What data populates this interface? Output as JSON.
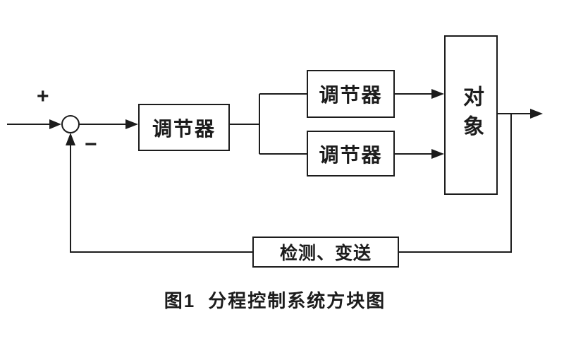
{
  "figure": {
    "signs": {
      "plus": "+",
      "minus": "−"
    },
    "blocks": {
      "controller_main": {
        "label": "调节器"
      },
      "controller_upper": {
        "label": "调节器"
      },
      "controller_lower": {
        "label": "调节器"
      },
      "plant": {
        "label": "对象"
      },
      "feedback_element": {
        "label": "检测、变送"
      }
    },
    "caption_number": "图1",
    "caption_title": "分程控制系统方块图"
  },
  "colors": {
    "line": "#1c1c1c",
    "background": "#ffffff"
  }
}
